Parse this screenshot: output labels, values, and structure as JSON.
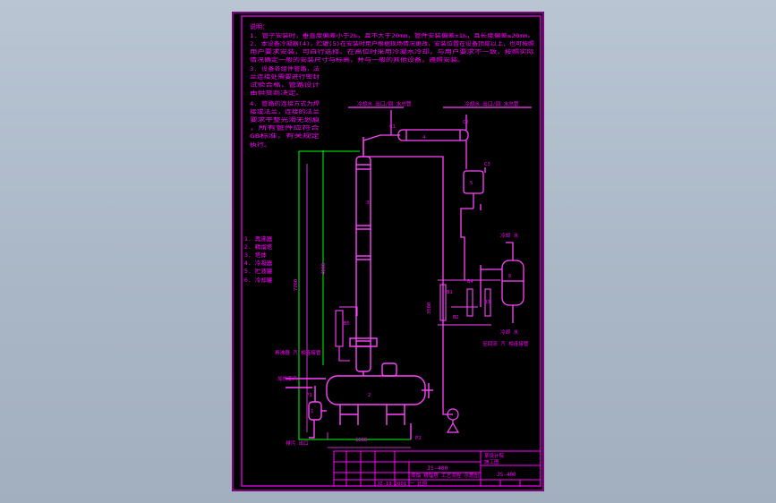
{
  "colors": {
    "viewport_bg": "#aab7c6",
    "sheet_bg": "#000000",
    "line": "#ff00ff",
    "line_bright": "#ff44ff",
    "green": "#00ff00",
    "white": "#ffffff"
  },
  "notes": {
    "title": "说明：",
    "lines": [
      "1. 管子安装时，垂直度偏差小于2‰，且不大于20mm，管件安装偏差±1‰，且长度偏差≤20mm。",
      "2. 本设备冷凝器(4)，贮罐(5)在安装时用户根据现场情况更改，安装位置在设备顶部以上，也可按照",
      "用户要求安装，可自行选择。在高位时采用冷凝水冷却，与用户要求不一致，按照实际",
      "情况确定一般的安装尺寸与标高，并与一般的其他设备，遵照安装。",
      "3. 设备各组件管路，法",
      "兰连接处需要进行密封",
      "试验合格，管路设计",
      "由供货商决定。",
      "4. 管路的连接方式为焊",
      "接或法兰，连接的法兰",
      "要求平整光滑无划痕",
      "，所有管件应符合",
      "GB标准，有关规定",
      "执行。"
    ]
  },
  "legend": [
    "1. 再沸器",
    "2. 精馏塔",
    "3. 塔体",
    "4. 冷凝器",
    "5. 贮液罐",
    "6. 冷却罐"
  ],
  "annotations": {
    "cw_return_left": "冷却水 出口/回 水总管",
    "cw_return_right": "冷却水 出口/回 水总管",
    "cooling_water_top": "冷却 水",
    "cooling_water_bottom": "冷却 水",
    "left_mid": "再沸器 汽 相连接管",
    "left_steam": "加热蒸汽",
    "bottom_left": "排污 出口",
    "right_mid": "至回流 汽 相连接管",
    "label_c1": "C1",
    "label_c2": "C2",
    "label_c3": "C3",
    "label_b1": "B1",
    "label_b2": "B2",
    "label_b3": "B3",
    "label_b4": "B4",
    "label_b5": "B5",
    "label_p1": "P1",
    "label_p2": "P2",
    "num_1": "1",
    "num_2": "2",
    "num_3": "3",
    "num_4": "4",
    "num_5": "5",
    "num_6": "6",
    "dim_7260": "7260",
    "dim_4000": "4000",
    "dim_1600": "1600",
    "dim_3500": "3500"
  },
  "title_block": {
    "drawing_title": "JS-400",
    "subtitle": "蒸馏 精馏塔 工艺流程 示意图",
    "code": "JS-400",
    "meta": "JZ-19 2001 一 比例",
    "company": "某设计院",
    "stage": "施工图"
  }
}
